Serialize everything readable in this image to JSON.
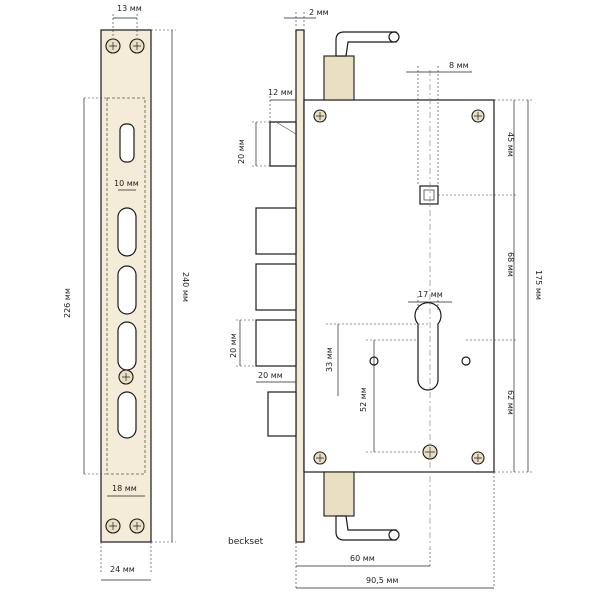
{
  "dimensions": {
    "strike_screw_spacing": "13 мм",
    "strike_slot_width": "10 мм",
    "strike_inner_length": "226 мм",
    "strike_total_length": "240 мм",
    "strike_lower_slot": "18 мм",
    "strike_width": "24 мм",
    "faceplate_thickness": "2 мм",
    "latch_projection": "12 мм",
    "spindle_offset": "8 мм",
    "latch_height": "20 мм",
    "spindle_from_top": "45 мм",
    "cylinder_width": "17 мм",
    "spindle_to_cylinder": "68 мм",
    "body_height": "175 мм",
    "bolt_height": "20 мм",
    "cylinder_offset_a": "33 мм",
    "bolt_projection": "20 мм",
    "cylinder_offset_b": "52 мм",
    "cylinder_to_bottom": "62 мм",
    "backset": "60 мм",
    "total_depth": "90,5 мм"
  },
  "labels": {
    "backset_caption": "beckset"
  }
}
